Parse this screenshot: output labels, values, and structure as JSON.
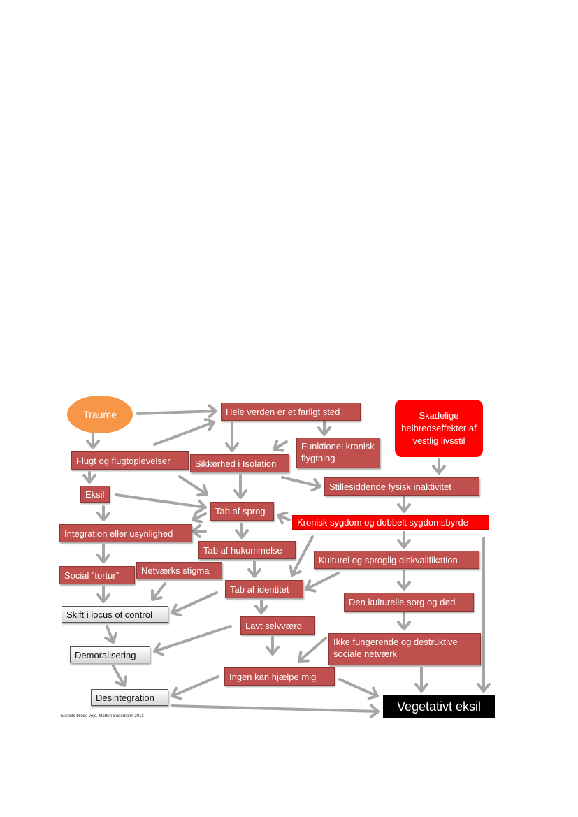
{
  "diagram": {
    "nodes": {
      "traume": "Traume",
      "hele_verden": "Hele verden er et farligt sted",
      "skadelige": "Skadelige helbredseffekter af vestlig livsstil",
      "funktionel": "Funktionel kronisk flygtning",
      "flugt": "Flugt og flugtoplevelser",
      "sikkerhed": "Sikkerhed i Isolation",
      "stillesiddende": "Stillesiddende fysisk inaktivitet",
      "eksil": "Eksil",
      "tab_sprog": "Tab af sprog",
      "kronisk": "Kronisk sygdom og dobbelt sygdomsbyrde",
      "integration": "Integration eller usynlighed",
      "tab_hukommelse": "Tab af hukommelse",
      "kulturel_sproglig": "Kulturel og sproglig diskvalifikation",
      "netvaerks_stigma": "Netværks stigma",
      "social_tortur": "Social ”tortur”",
      "tab_identitet": "Tab af identitet",
      "skift_locus": "Skift i locus of control",
      "kulturelle_sorg": "Den kulturelle sorg og død",
      "lavt_selvvaerd": "Lavt selvværd",
      "ikke_fungerende": "Ikke fungerende og destruktive sociale netværk",
      "demoralisering": "Demoralisering",
      "ingen_kan": "Ingen kan hjælpe mig",
      "desintegration": "Desintegration",
      "vegetativt": "Vegetativt eksil"
    },
    "colors": {
      "red_box": "#c0504d",
      "bright_red": "#ff0000",
      "orange": "#f79646",
      "arrow": "#a6a6a6",
      "grey_box": "#d8d8d8",
      "black_box": "#000000"
    },
    "footnote": "Eksilets blinde veje. Morten Sodemann 2013"
  }
}
